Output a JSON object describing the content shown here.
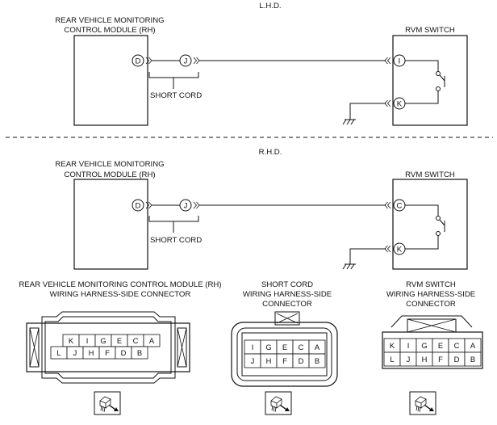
{
  "lhd": {
    "title": "L.H.D.",
    "module_label_1": "REAR VEHICLE MONITORING",
    "module_label_2": "CONTROL MODULE (RH)",
    "switch_label": "RVM SWITCH",
    "module_pin": "D",
    "cord_pin": "J",
    "cord_label": "SHORT CORD",
    "switch_pin_top": "I",
    "switch_pin_bottom": "K"
  },
  "rhd": {
    "title": "R.H.D.",
    "module_label_1": "REAR VEHICLE MONITORING",
    "module_label_2": "CONTROL MODULE (RH)",
    "switch_label": "RVM SWITCH",
    "module_pin": "D",
    "cord_pin": "J",
    "cord_label": "SHORT CORD",
    "switch_pin_top": "C",
    "switch_pin_bottom": "K"
  },
  "connectors": {
    "module": {
      "title_1": "REAR VEHICLE MONITORING CONTROL MODULE (RH)",
      "title_2": "WIRING HARNESS-SIDE CONNECTOR",
      "row1": [
        "K",
        "I",
        "G",
        "E",
        "C",
        "A"
      ],
      "row2": [
        "L",
        "J",
        "H",
        "F",
        "D",
        "B"
      ]
    },
    "short_cord": {
      "title_1": "SHORT CORD",
      "title_2": "WIRING HARNESS-SIDE",
      "title_3": "CONNECTOR",
      "row1": [
        "I",
        "G",
        "E",
        "C",
        "A"
      ],
      "row2": [
        "J",
        "H",
        "F",
        "D",
        "B"
      ]
    },
    "switch": {
      "title_1": "RVM SWITCH",
      "title_2": "WIRING HARNESS-SIDE",
      "title_3": "CONNECTOR",
      "row1": [
        "K",
        "I",
        "G",
        "E",
        "C",
        "A"
      ],
      "row2": [
        "L",
        "J",
        "H",
        "F",
        "D",
        "B"
      ]
    }
  }
}
